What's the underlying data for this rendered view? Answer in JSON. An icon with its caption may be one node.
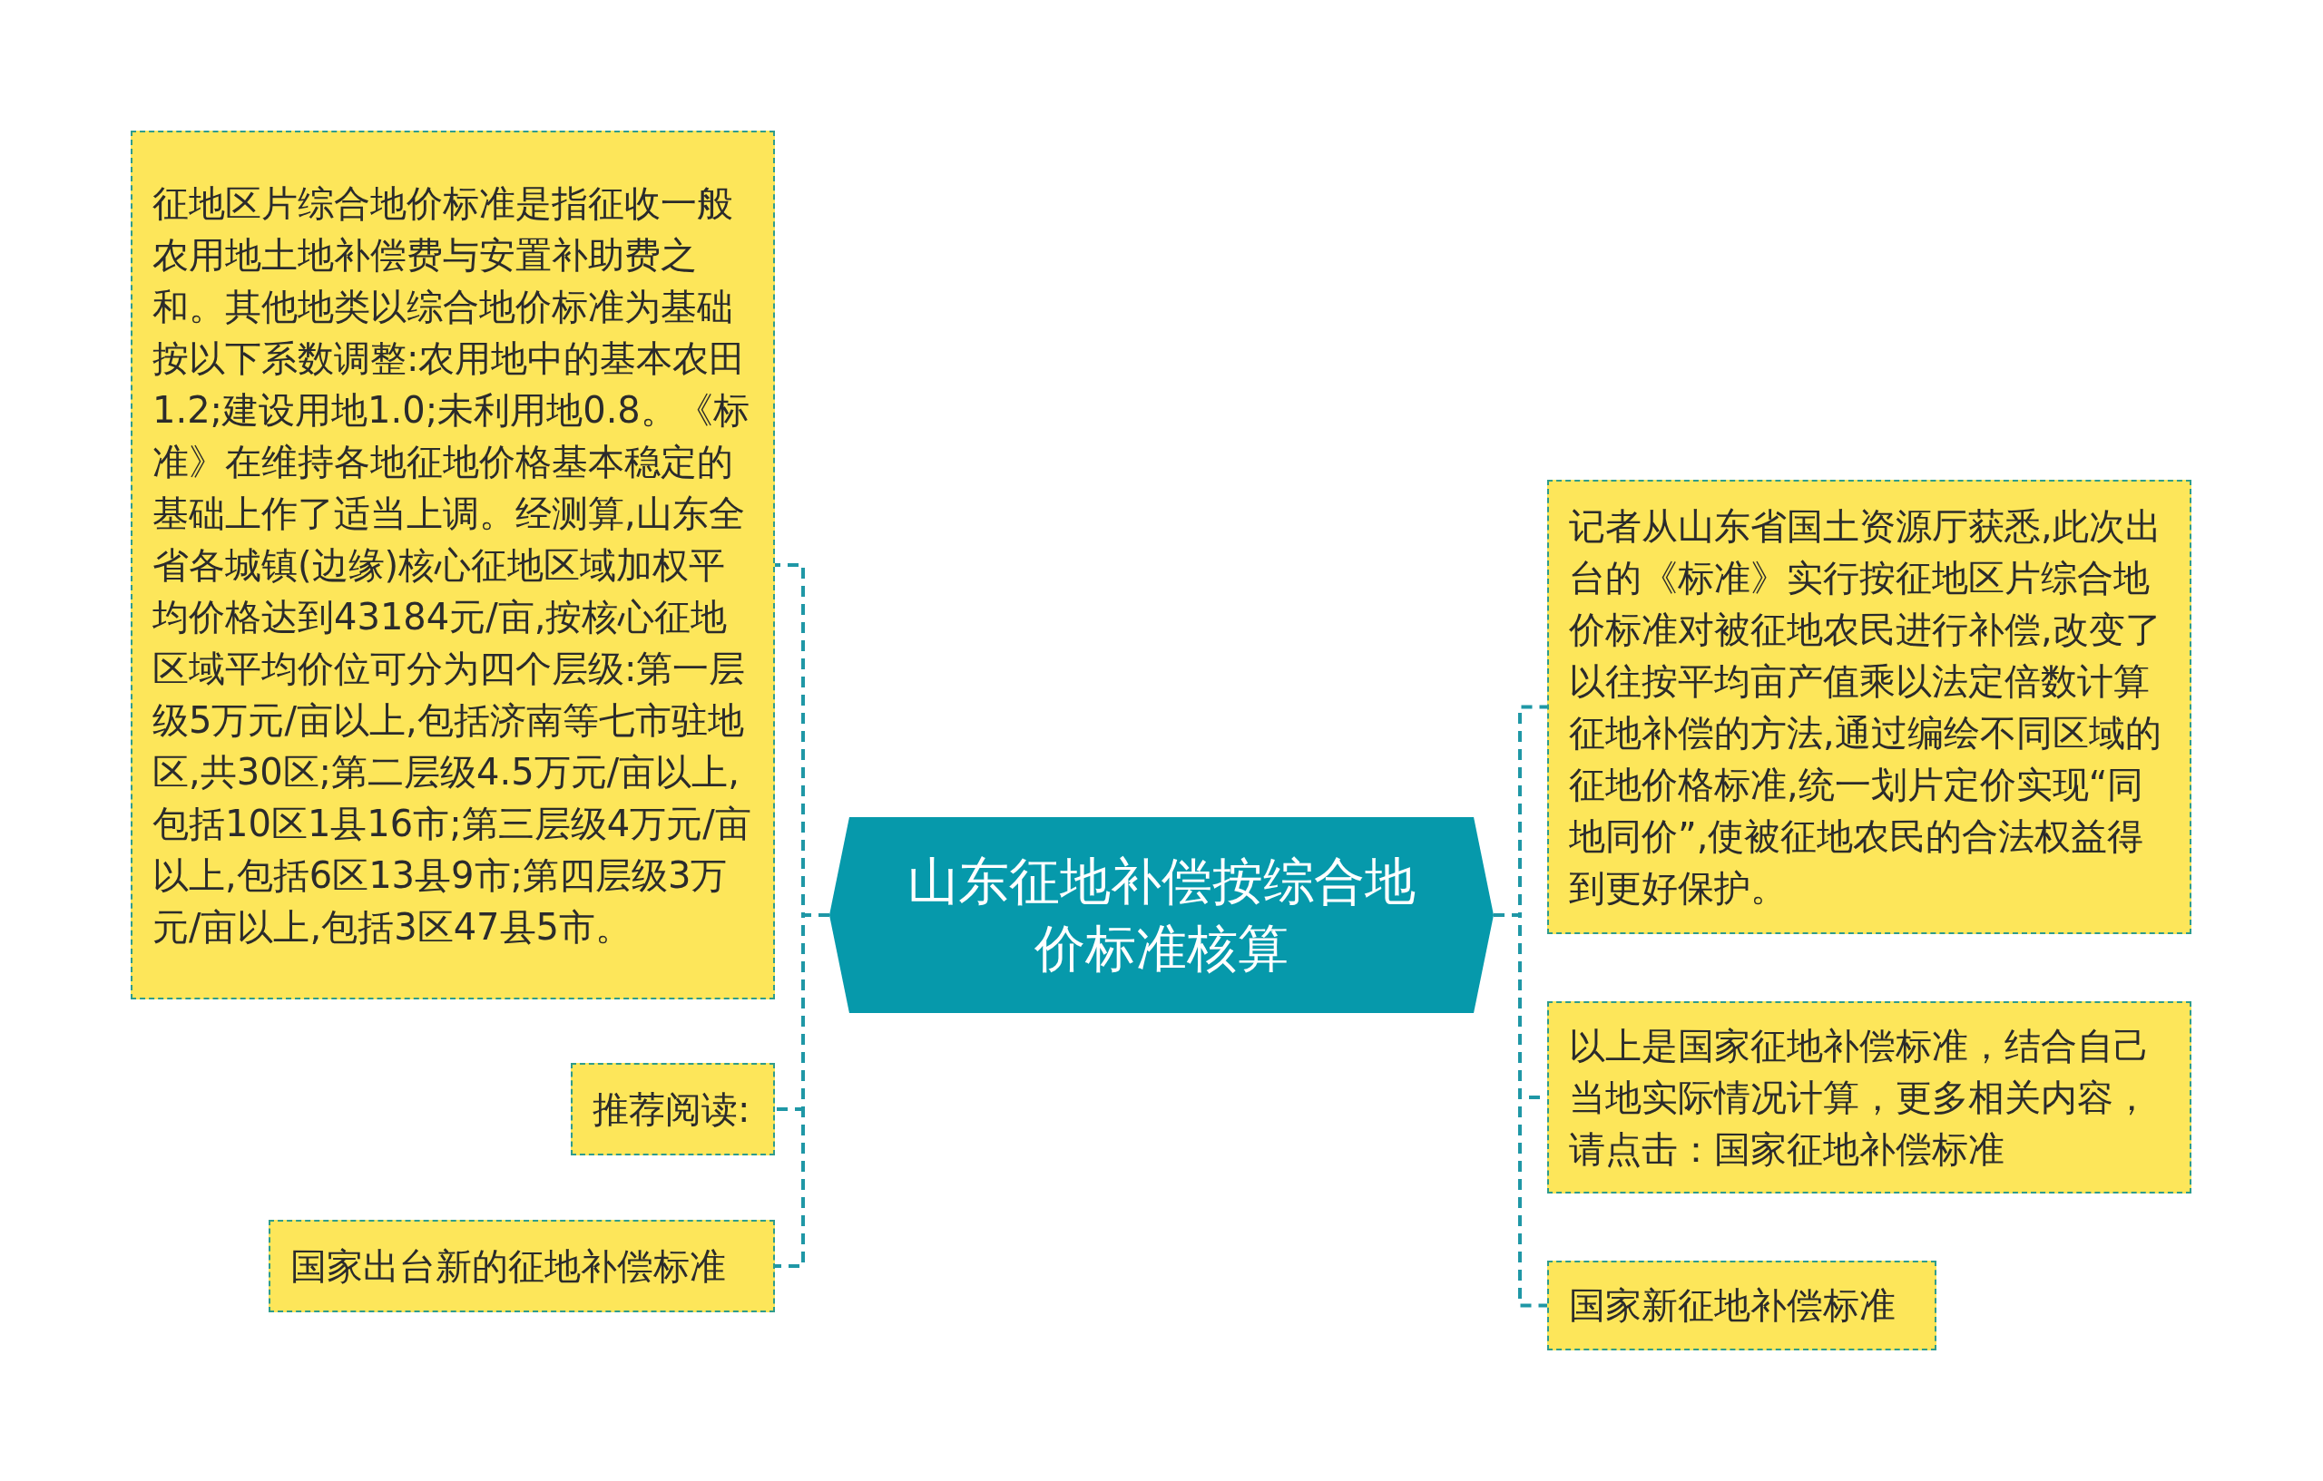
{
  "diagram": {
    "nodes": [
      {
        "text": [
          "山东征地补偿按综合地价标准核算"
        ]
      },
      {
        "text": [
          "征地区片综合地价标准是指征收一般农用地土地补偿费与安置补助费之和。其他地类以综合地价标准为基础按以下系数调整:农用地中的基本农田1.2;建设用地1.0;未利用地0.8。《标准》在维持各地征地价格基本稳定的基础上作了适当上调。经测算,山东全省各城镇(边缘)核心征地区域加权平均价格达到43184元/亩,按核心征地区域平均价位可分为四个层级:第一层级5万元/亩以上,包括济南等七市驻地区,共30区;第二层级4.5万元/亩以上,包括10区1县16市;第三层级4万元/亩以上,包括6区13县9市;第四层级3万元/亩以上,包括3区47县5市。"
        ]
      },
      {
        "text": [
          "推荐阅读:"
        ]
      },
      {
        "text": [
          "国家出台新的征地补偿标准"
        ]
      },
      {
        "text": [
          "记者从山东省国土资源厅获悉,此次出台的《标准》实行按征地区片综合地价标准对被征地农民进行补偿,改变了以往按平均亩产值乘以法定倍数计算征地补偿的方法,通过编绘不同区域的征地价格标准,统一划片定价实现“同地同价”,使被征地农民的合法权益得到更好保护。"
        ]
      },
      {
        "text": [
          "以上是国家征地补偿标准，结合自己当地实际情况计算，更多相关内容，请点击：国家征地补偿标准"
        ]
      },
      {
        "text": [
          "国家新征地补偿标准"
        ]
      }
    ],
    "edges": [
      {
        "from": 0,
        "to": 1,
        "arrow": "none"
      },
      {
        "from": 0,
        "to": 2,
        "arrow": "none"
      },
      {
        "from": 0,
        "to": 3,
        "arrow": "none"
      },
      {
        "from": 0,
        "to": 4,
        "arrow": "none"
      },
      {
        "from": 0,
        "to": 5,
        "arrow": "none"
      },
      {
        "from": 0,
        "to": 6,
        "arrow": "none"
      }
    ]
  }
}
